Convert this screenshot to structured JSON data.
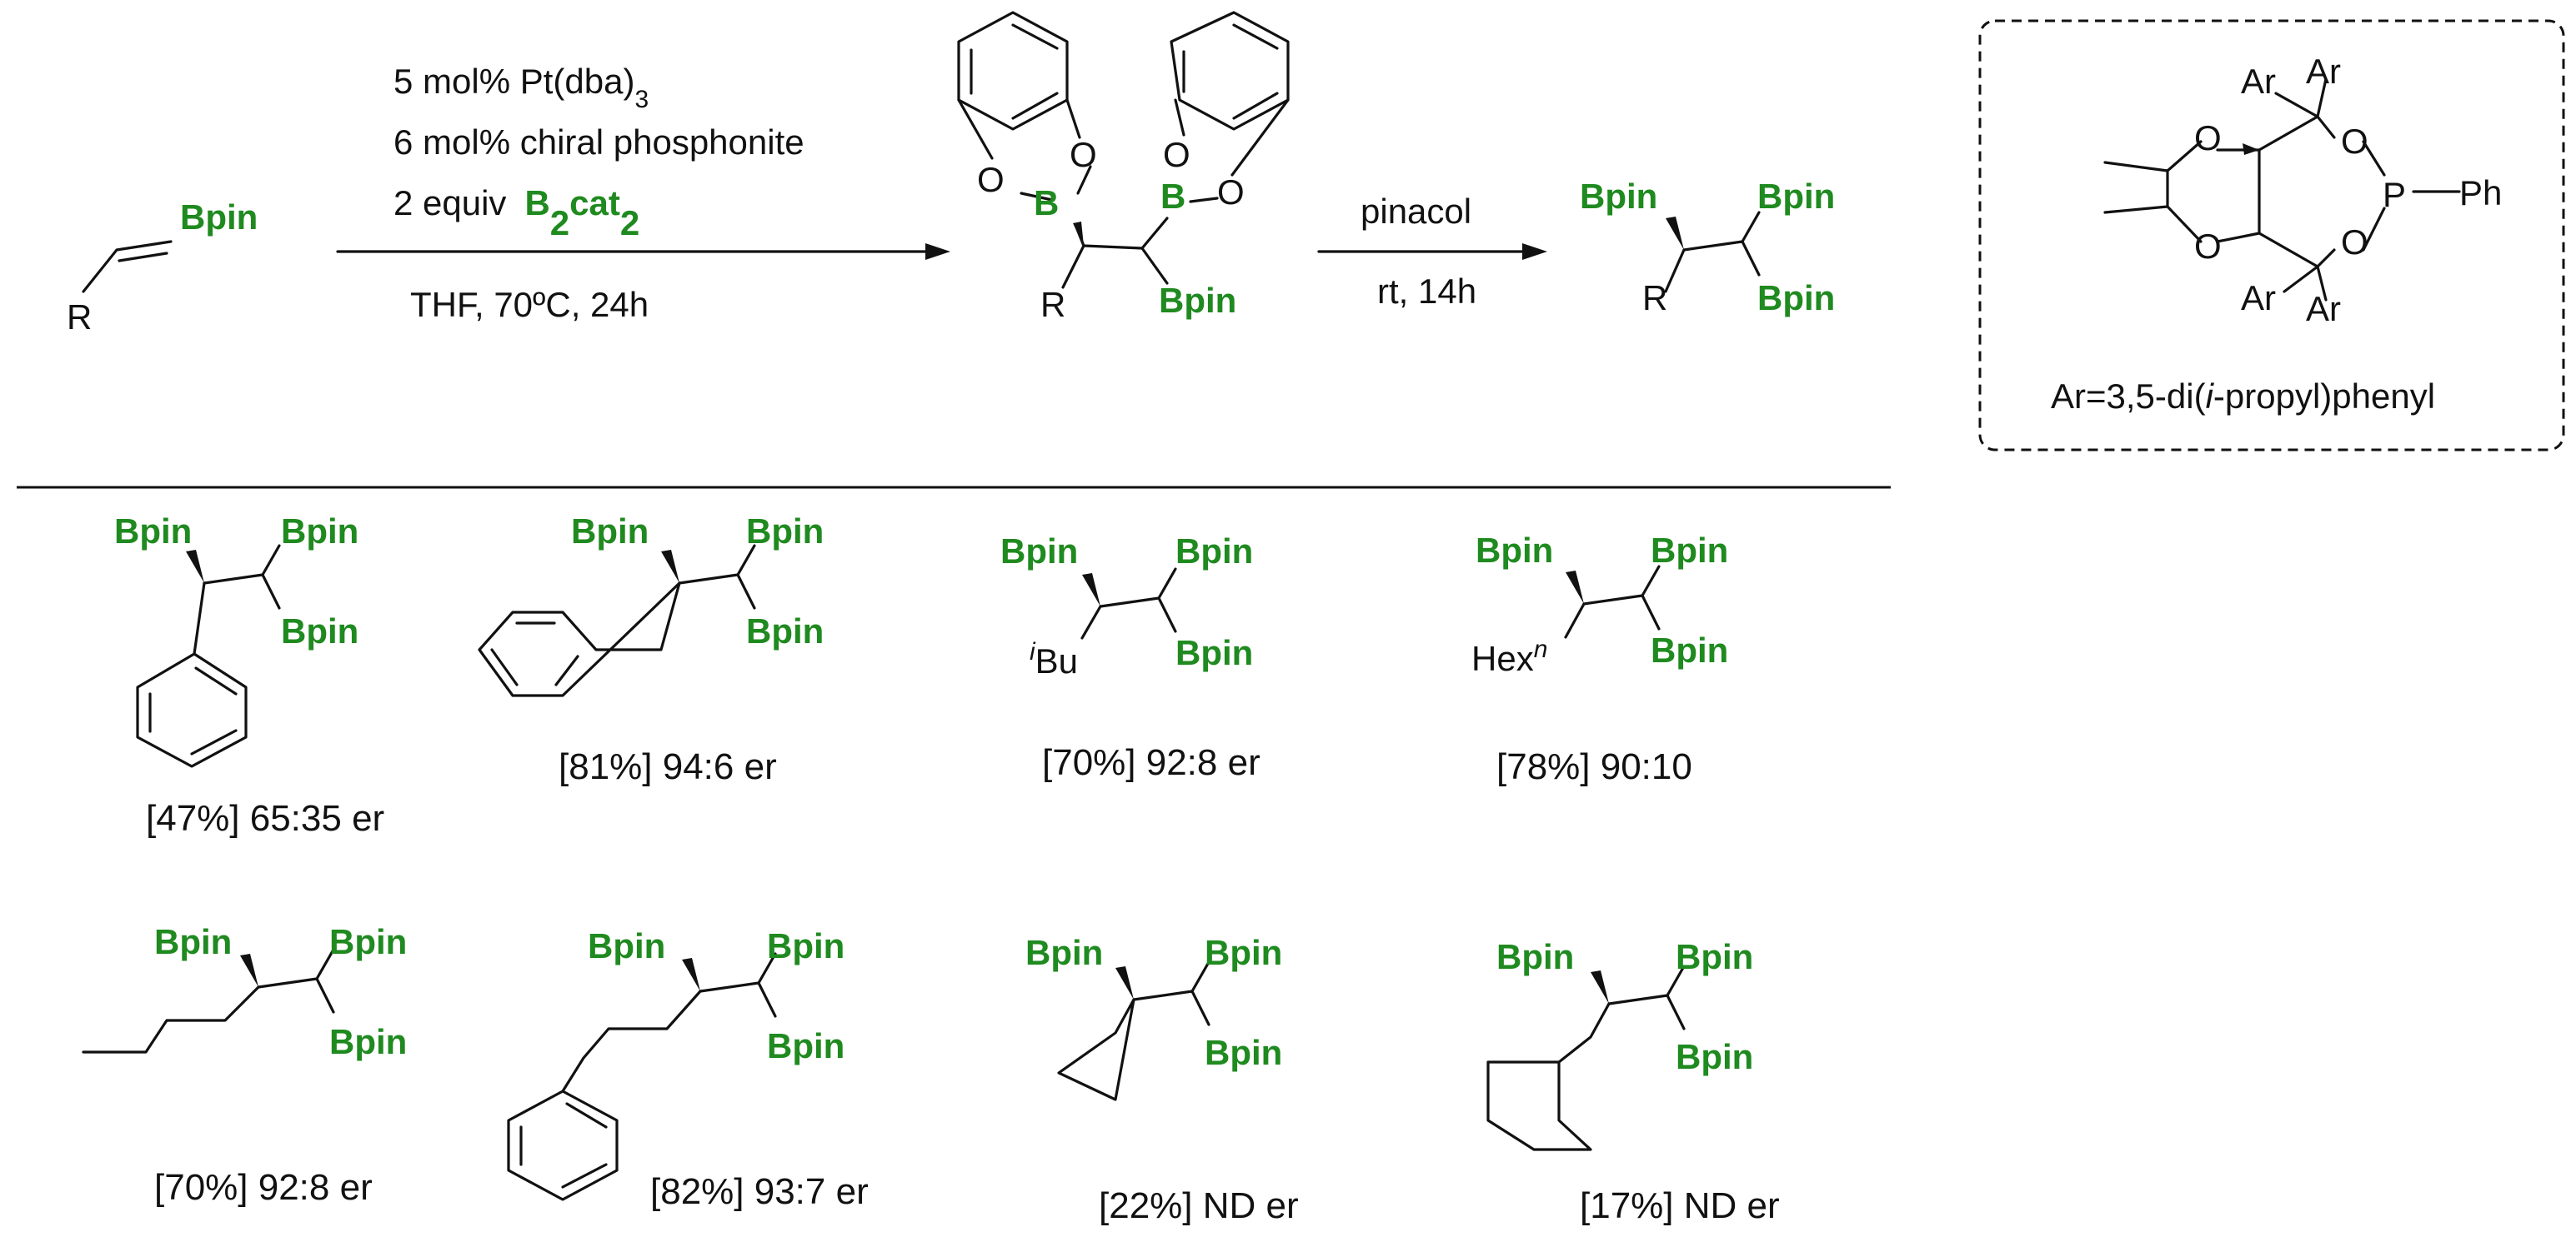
{
  "colors": {
    "boron_group": "#1f8a1f",
    "text": "#111111",
    "background": "#ffffff"
  },
  "scheme": {
    "reactant": {
      "group": "Bpin",
      "r_label": "R"
    },
    "step1": {
      "line1": "5 mol% Pt(dba)",
      "line1_sub": "3",
      "line2": "6 mol% chiral phosphonite",
      "line3_prefix": "2 equiv",
      "reagent_b": "B",
      "reagent_sub1": "2",
      "reagent_cat": "cat",
      "reagent_sub2": "2",
      "below": "THF,  70ºC, 24h"
    },
    "intermediate": {
      "o": "O",
      "b": "B",
      "bpin": "Bpin",
      "r_label": "R"
    },
    "step2": {
      "above": "pinacol",
      "below": "rt, 14h"
    },
    "product": {
      "bpin": "Bpin",
      "r_label": "R"
    },
    "ligand": {
      "ar": "Ar",
      "o": "O",
      "p": "P",
      "ph": "Ph",
      "caption": "Ar=3,5-di(i-propyl)phenyl",
      "caption_pre": "Ar=3,5-di(",
      "caption_ital": "i",
      "caption_post": "-propyl)phenyl"
    }
  },
  "examples": [
    {
      "substituent": "phenyl",
      "result": "[47%] 65:35 er"
    },
    {
      "substituent": "benzyl",
      "result": "[81%] 94:6 er"
    },
    {
      "substituent": "isobutyl",
      "label": "Bu",
      "label_sup": "i",
      "result": "[70%] 92:8 er"
    },
    {
      "substituent": "n-hexyl",
      "label": "Hex",
      "label_sup": "n",
      "result": "[78%] 90:10"
    },
    {
      "substituent": "n-butyl",
      "result": "[70%] 92:8 er"
    },
    {
      "substituent": "phenethyl",
      "result": "[82%] 93:7 er"
    },
    {
      "substituent": "cyclopropyl",
      "result": "[22%] ND er"
    },
    {
      "substituent": "cyclohexyl",
      "result": "[17%] ND er"
    }
  ],
  "bpin": "Bpin"
}
